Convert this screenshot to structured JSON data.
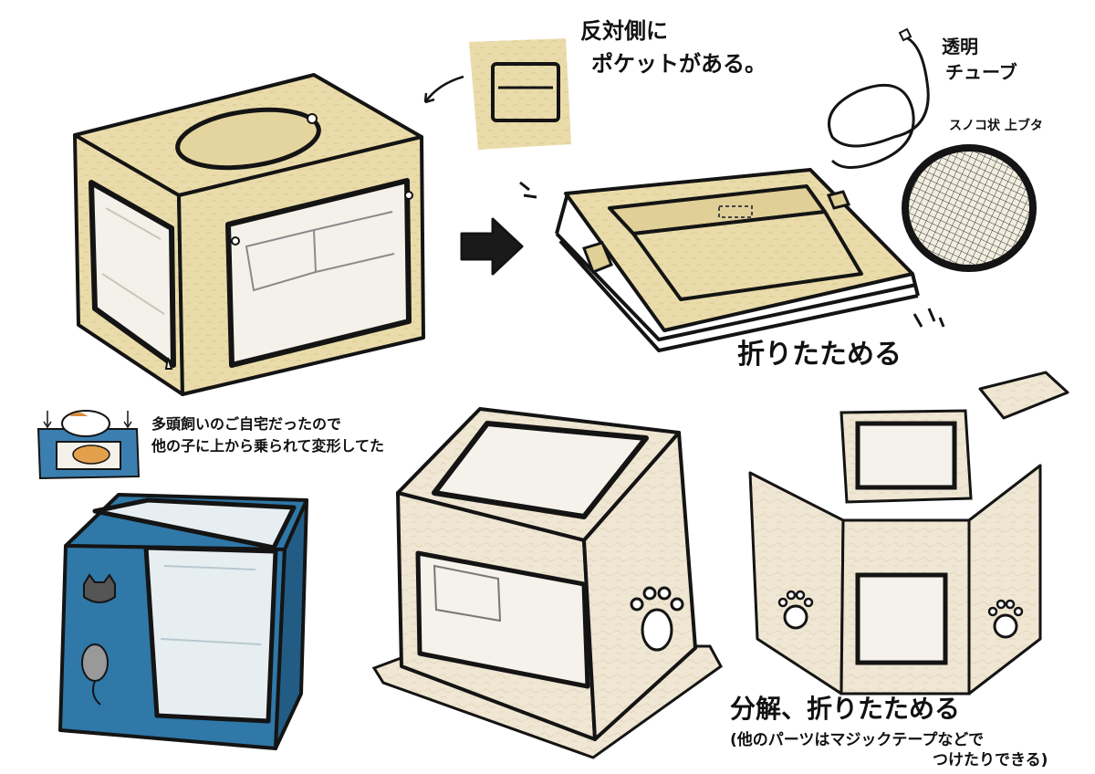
{
  "labels": {
    "pocket_line1": "反対側に",
    "pocket_line2": "ポケットがある。",
    "tube_line1": "透明",
    "tube_line2": "チューブ",
    "mesh_lid": "スノコ状 上ブタ",
    "fold": "折りたためる",
    "multi_line1": "多頭飼いのご自宅だったので",
    "multi_line2": "他の子に上から乗られて変形してた",
    "disassemble": "分解、折りたためる",
    "note_line1": "(他のパーツはマジックテープなどで",
    "note_line2": "つけたりできる)"
  },
  "colors": {
    "tan": "#eadcaa",
    "tan_dark": "#d9c88f",
    "beige": "#efe6d3",
    "blue": "#2f78a8",
    "blue_dark": "#225c85",
    "window": "#f3f1ea",
    "ink": "#141414"
  }
}
